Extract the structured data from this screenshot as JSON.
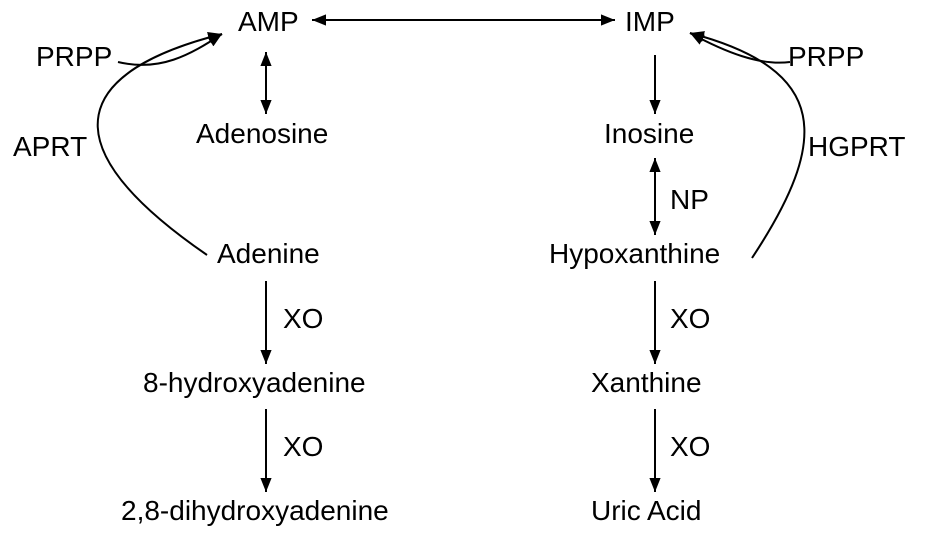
{
  "nodes": {
    "amp": "AMP",
    "imp": "IMP",
    "adenosine": "Adenosine",
    "inosine": "Inosine",
    "adenine": "Adenine",
    "hypoxanthine": "Hypoxanthine",
    "hydroxyadenine": "8-hydroxyadenine",
    "xanthine": "Xanthine",
    "dihydroxyadenine": "2,8-dihydroxyadenine",
    "uric_acid": "Uric Acid"
  },
  "labels": {
    "prpp_left": "PRPP",
    "prpp_right": "PRPP",
    "aprt": "APRT",
    "hgprt": "HGPRT",
    "np": "NP",
    "xo_adenine_hydroxy": "XO",
    "xo_hydroxy_dihydroxy": "XO",
    "xo_hypoxanthine_xanthine": "XO",
    "xo_xanthine_uric": "XO"
  }
}
